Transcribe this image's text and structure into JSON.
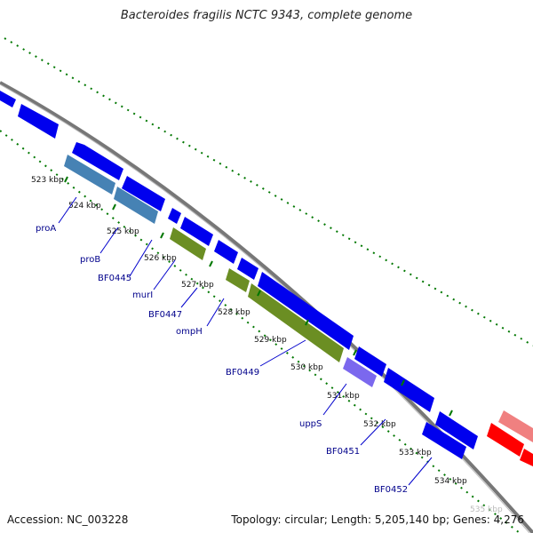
{
  "title": "Bacteroides fragilis NCTC 9343, complete genome",
  "footer": {
    "accession": "Accession: NC_003228",
    "topology": "Topology: circular; Length: 5,205,140 bp; Genes: 4,276"
  },
  "colors": {
    "backbone": "#808080",
    "cds": "#0000ee",
    "highlight_blue": "#4682b4",
    "highlight_green": "#6b8e23",
    "highlight_purple": "#7b68ee",
    "rna_red": "#ff0000",
    "rna_pink": "#f08080",
    "tick_green": "#007700",
    "label_blue": "#00008b"
  },
  "ticks": [
    "523 kbp",
    "524 kbp",
    "525 kbp",
    "526 kbp",
    "527 kbp",
    "528 kbp",
    "529 kbp",
    "530 kbp",
    "531 kbp",
    "532 kbp",
    "533 kbp",
    "534 kbp",
    "535 kbp"
  ],
  "genes": [
    "proA",
    "proB",
    "BF0445",
    "murI",
    "BF0447",
    "ompH",
    "BF0449",
    "uppS",
    "BF0451",
    "BF0452"
  ]
}
